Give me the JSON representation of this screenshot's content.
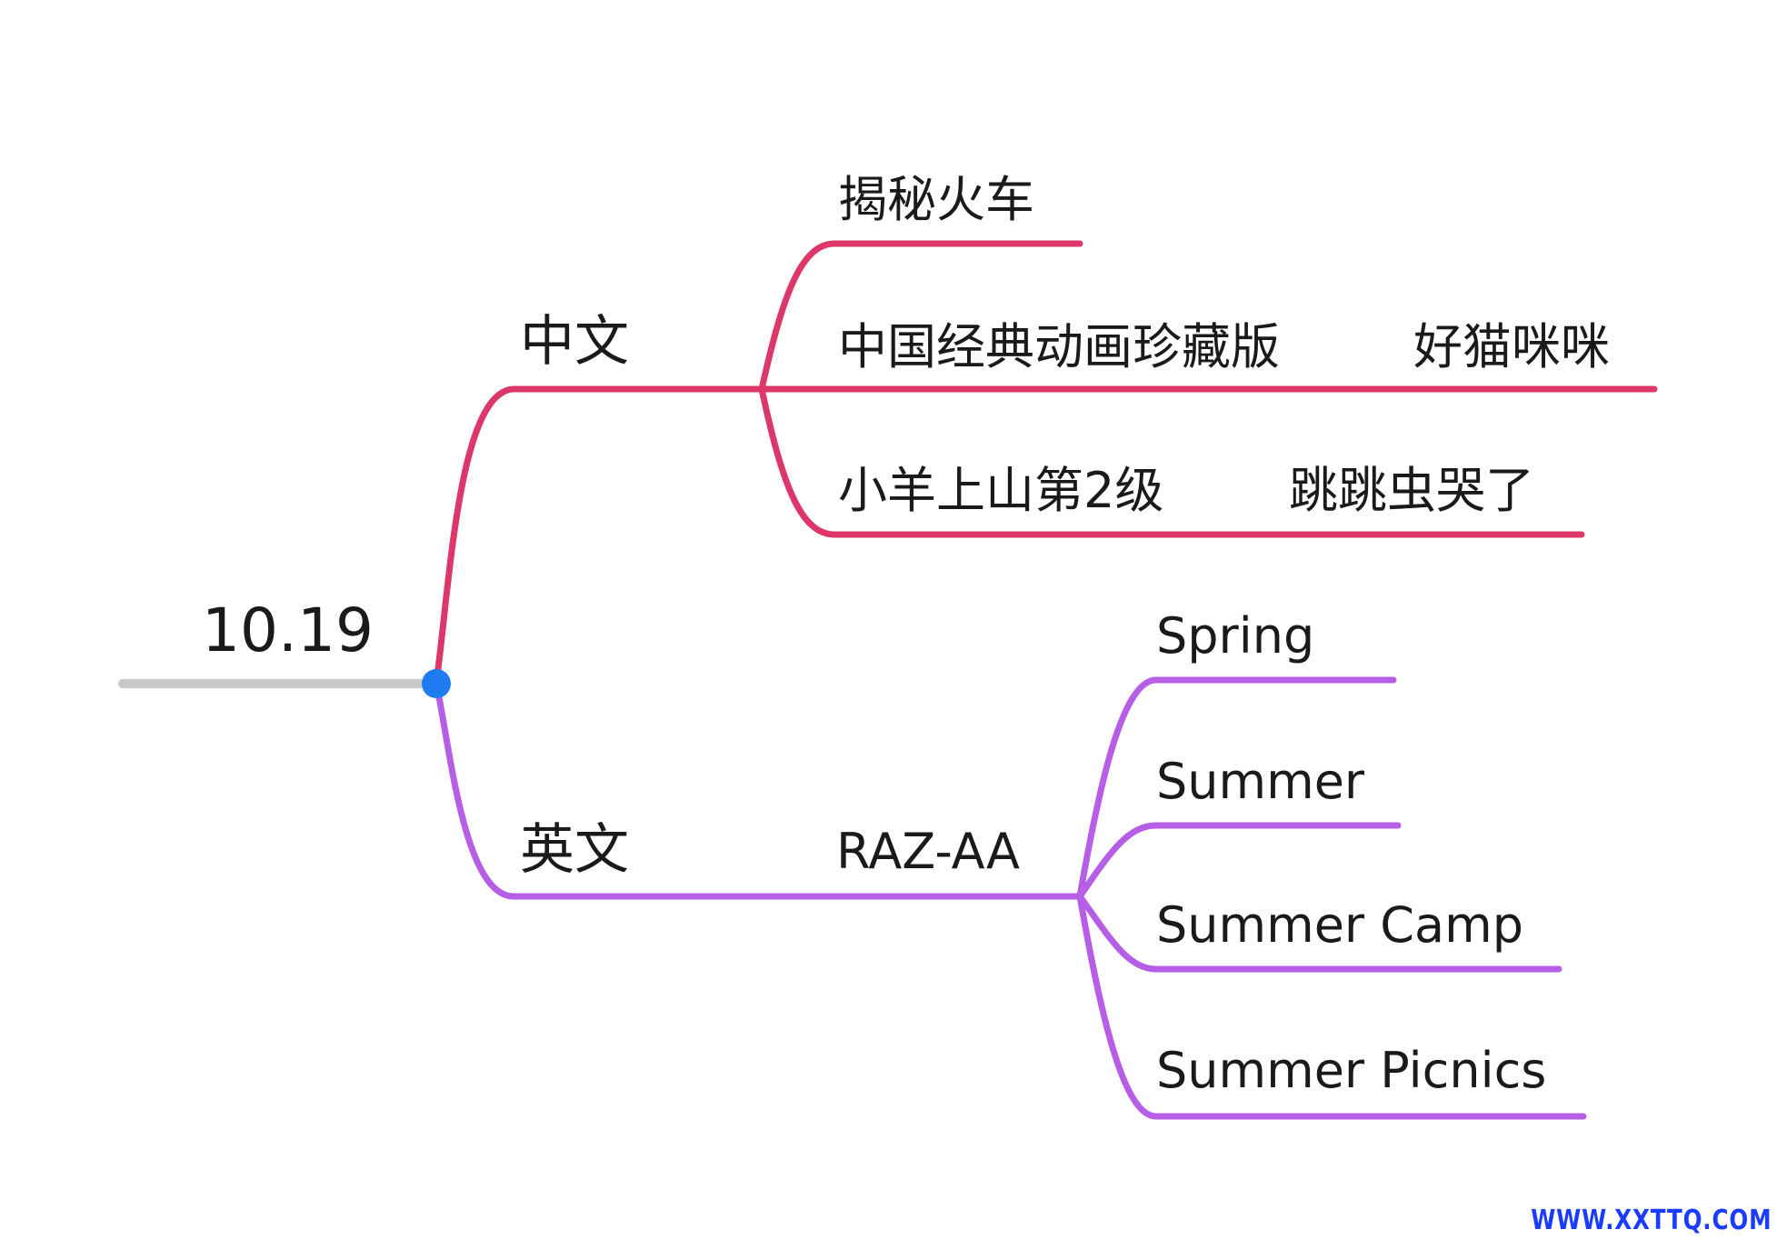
{
  "root": {
    "label": "10.19"
  },
  "colors": {
    "root_line": "#c8c8c8",
    "root_dot": "#1e7bf0",
    "chinese_branch": "#dc3768",
    "english_branch": "#b65ee6",
    "text": "#1a1a1a",
    "watermark": "#1a3cff"
  },
  "branches": {
    "chinese": {
      "label": "中文",
      "children": [
        {
          "label": "揭秘火车",
          "children": []
        },
        {
          "label": "中国经典动画珍藏版",
          "children": [
            {
              "label": "好猫咪咪"
            }
          ]
        },
        {
          "label": "小羊上山第2级",
          "children": [
            {
              "label": "跳跳虫哭了"
            }
          ]
        }
      ]
    },
    "english": {
      "label": "英文",
      "children": [
        {
          "label": "RAZ-AA",
          "children": [
            {
              "label": "Spring"
            },
            {
              "label": "Summer"
            },
            {
              "label": "Summer Camp"
            },
            {
              "label": "Summer Picnics"
            }
          ]
        }
      ]
    }
  },
  "watermark": "WWW.XXTTQ.COM"
}
